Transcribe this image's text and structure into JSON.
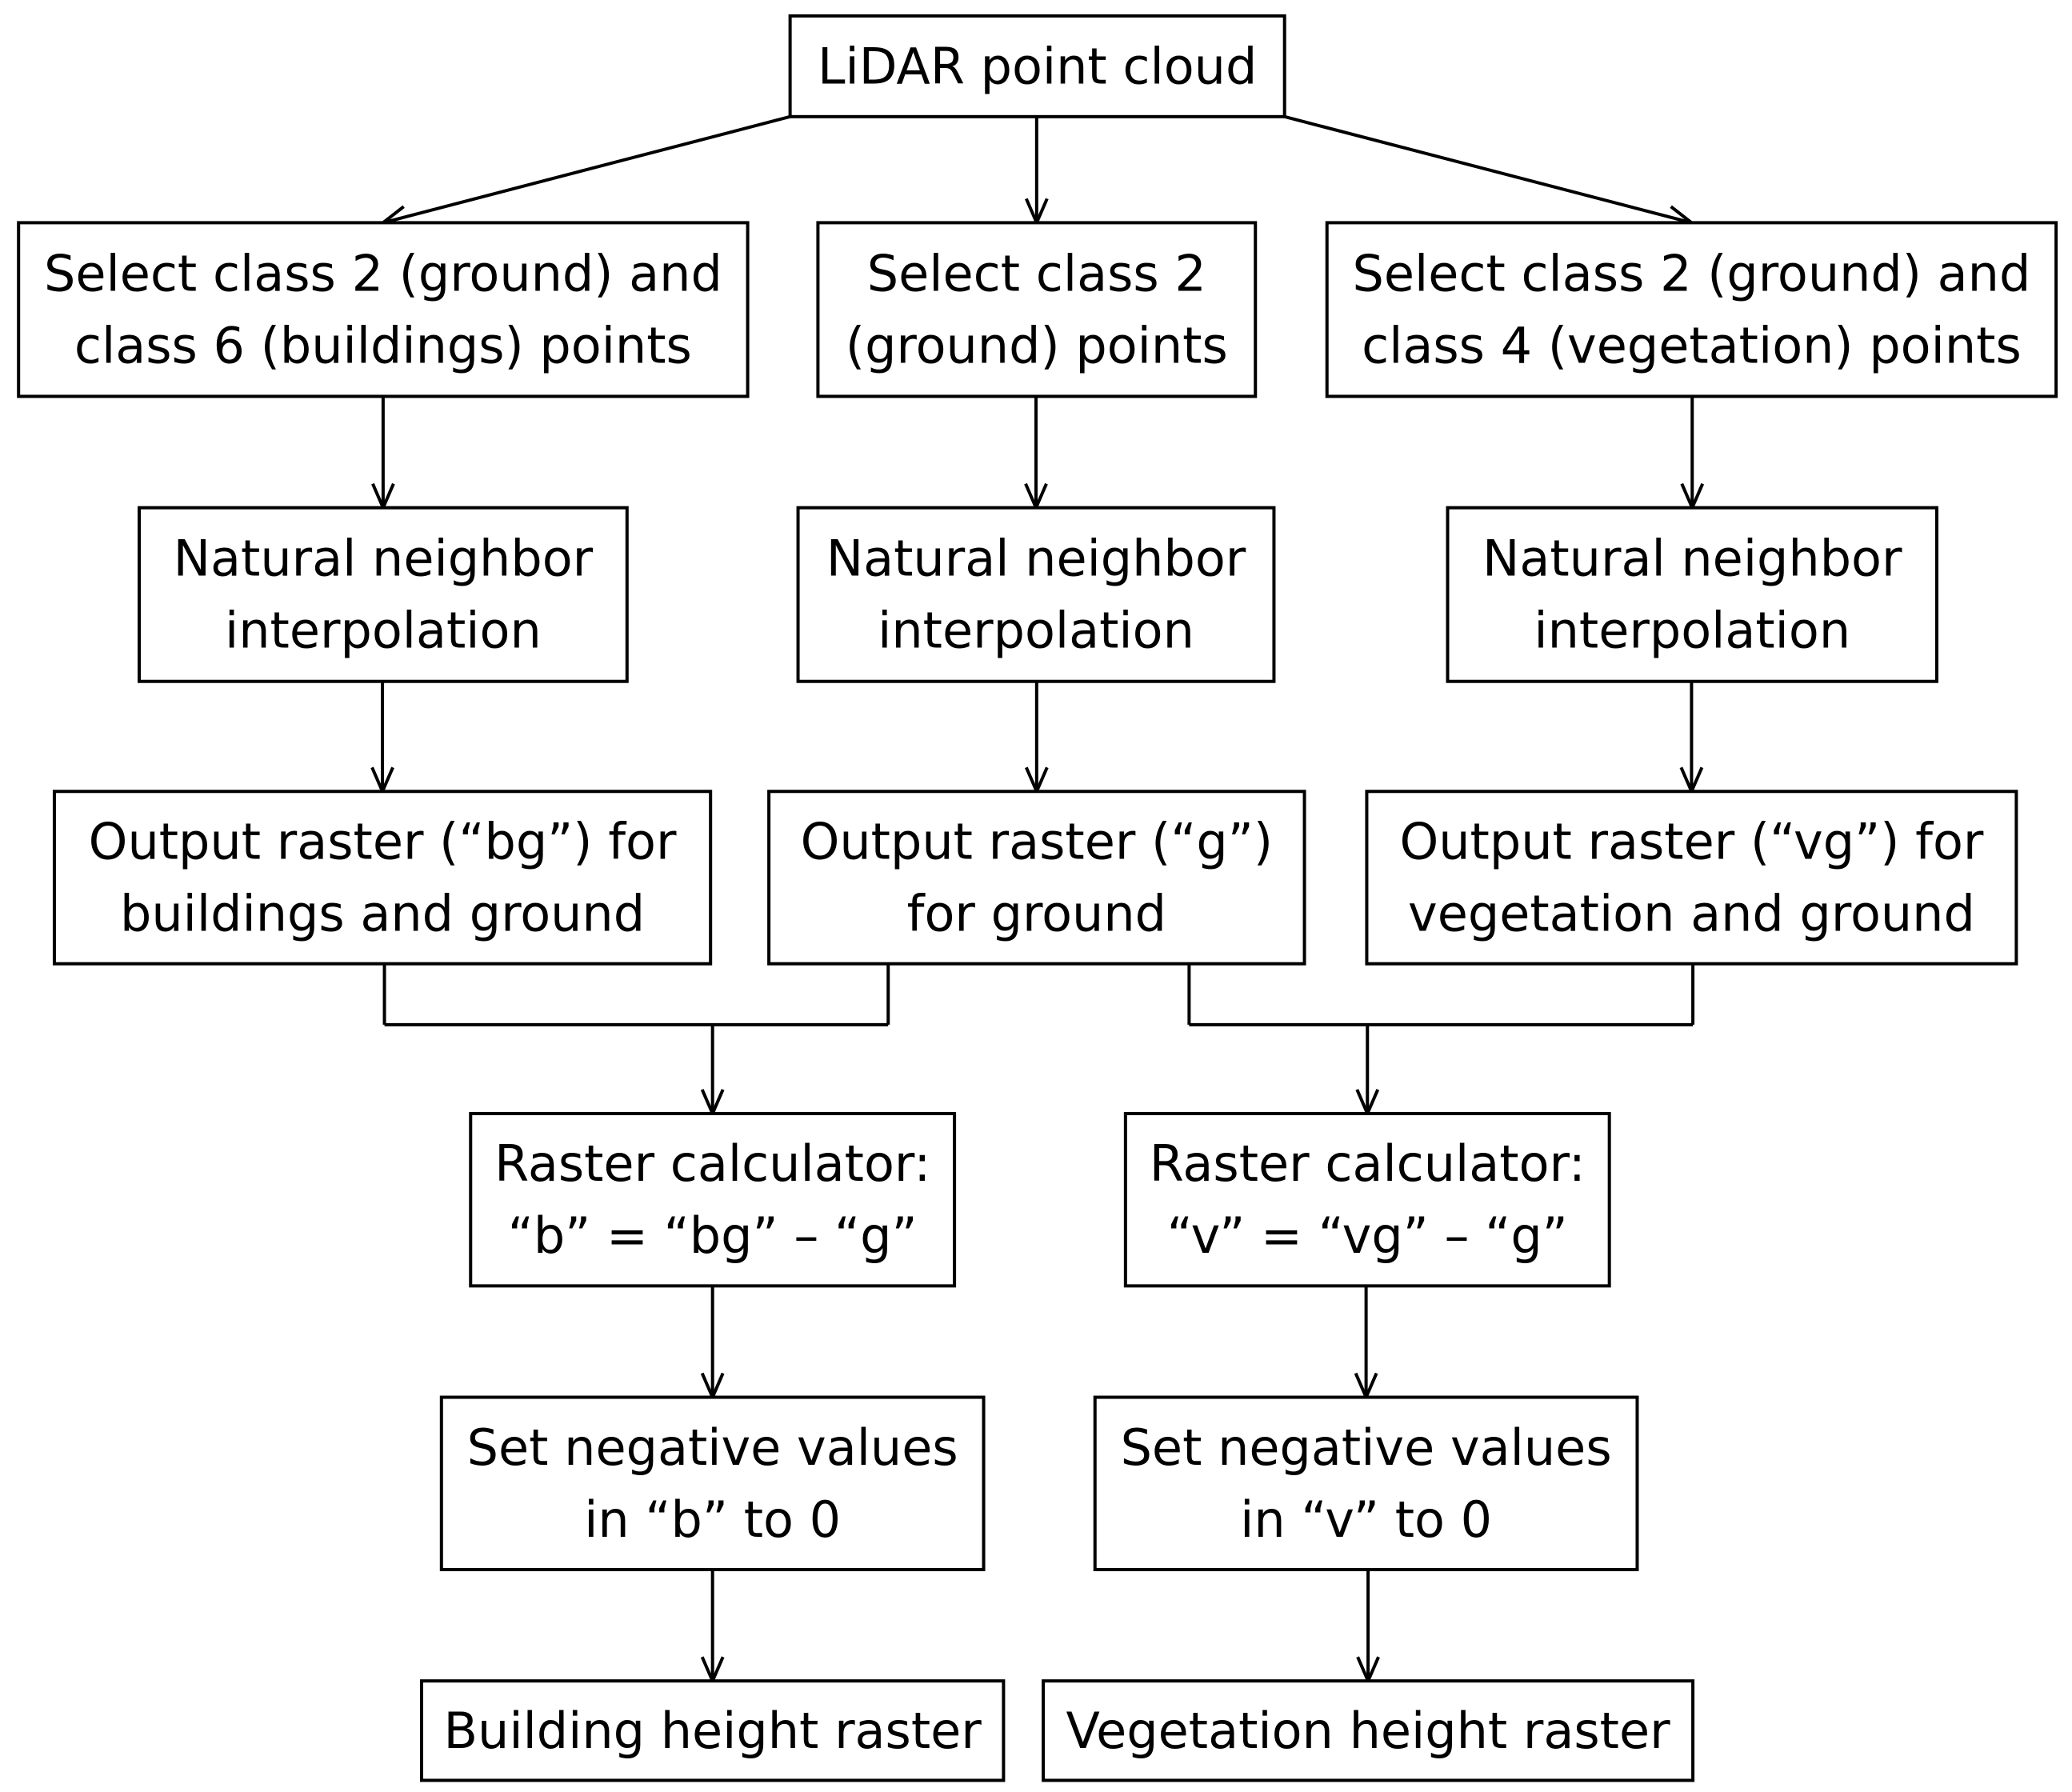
{
  "diagram": {
    "type": "flowchart",
    "nodes": [
      {
        "id": "lidar",
        "lines": [
          "LiDAR point cloud"
        ]
      },
      {
        "id": "select-bg",
        "lines": [
          "Select class 2 (ground) and",
          "class 6 (buildings) points"
        ]
      },
      {
        "id": "select-g",
        "lines": [
          "Select class 2",
          "(ground) points"
        ]
      },
      {
        "id": "select-vg",
        "lines": [
          "Select class 2 (ground) and",
          "class 4 (vegetation) points"
        ]
      },
      {
        "id": "interp-bg",
        "lines": [
          "Natural neighbor",
          "interpolation"
        ]
      },
      {
        "id": "interp-g",
        "lines": [
          "Natural neighbor",
          "interpolation"
        ]
      },
      {
        "id": "interp-vg",
        "lines": [
          "Natural neighbor",
          "interpolation"
        ]
      },
      {
        "id": "raster-bg",
        "lines": [
          "Output raster (“bg”) for",
          "buildings and ground"
        ]
      },
      {
        "id": "raster-g",
        "lines": [
          "Output raster (“g”)",
          "for ground"
        ]
      },
      {
        "id": "raster-vg",
        "lines": [
          "Output raster (“vg”) for",
          "vegetation and ground"
        ]
      },
      {
        "id": "calc-b",
        "lines": [
          "Raster calculator:",
          "“b” = “bg” – “g”"
        ]
      },
      {
        "id": "calc-v",
        "lines": [
          "Raster calculator:",
          "“v” = “vg” – “g”"
        ]
      },
      {
        "id": "neg-b",
        "lines": [
          "Set negative values",
          "in “b” to 0"
        ]
      },
      {
        "id": "neg-v",
        "lines": [
          "Set negative values",
          "in “v” to 0"
        ]
      },
      {
        "id": "out-b",
        "lines": [
          "Building height raster"
        ]
      },
      {
        "id": "out-v",
        "lines": [
          "Vegetation height raster"
        ]
      }
    ],
    "edges": [
      {
        "from": "lidar",
        "to": "select-bg"
      },
      {
        "from": "lidar",
        "to": "select-g"
      },
      {
        "from": "lidar",
        "to": "select-vg"
      },
      {
        "from": "select-bg",
        "to": "interp-bg"
      },
      {
        "from": "select-g",
        "to": "interp-g"
      },
      {
        "from": "select-vg",
        "to": "interp-vg"
      },
      {
        "from": "interp-bg",
        "to": "raster-bg"
      },
      {
        "from": "interp-g",
        "to": "raster-g"
      },
      {
        "from": "interp-vg",
        "to": "raster-vg"
      },
      {
        "from": [
          "raster-bg",
          "raster-g"
        ],
        "to": "calc-b"
      },
      {
        "from": [
          "raster-g",
          "raster-vg"
        ],
        "to": "calc-v"
      },
      {
        "from": "calc-b",
        "to": "neg-b"
      },
      {
        "from": "calc-v",
        "to": "neg-v"
      },
      {
        "from": "neg-b",
        "to": "out-b"
      },
      {
        "from": "neg-v",
        "to": "out-v"
      }
    ]
  }
}
